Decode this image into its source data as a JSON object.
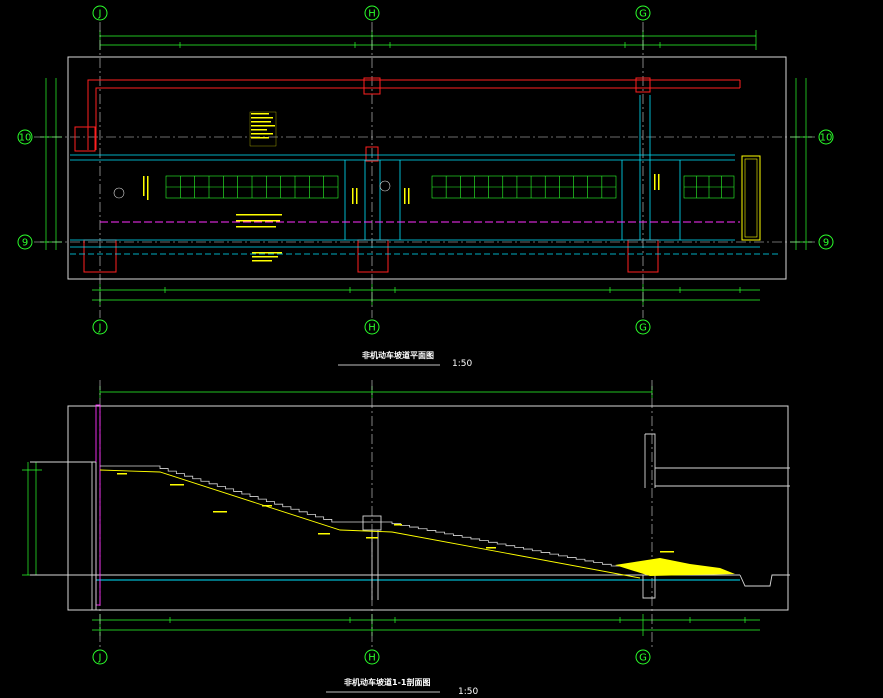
{
  "axes": {
    "vertical": [
      "J",
      "H",
      "G"
    ],
    "horizontal": [
      "10",
      "9"
    ]
  },
  "plan": {
    "title": "非机动车坡道平面图",
    "scale": "1:50"
  },
  "section": {
    "title": "非机动车坡道1-1剖面图",
    "scale": "1:50"
  },
  "colors": {
    "background": "#000000",
    "axis": "#2bff2b",
    "outline": "#ffffff",
    "column": "#ff2020",
    "annotation": "#ffff00",
    "beam": "#00e5ff",
    "centerline": "#ff30ff"
  }
}
